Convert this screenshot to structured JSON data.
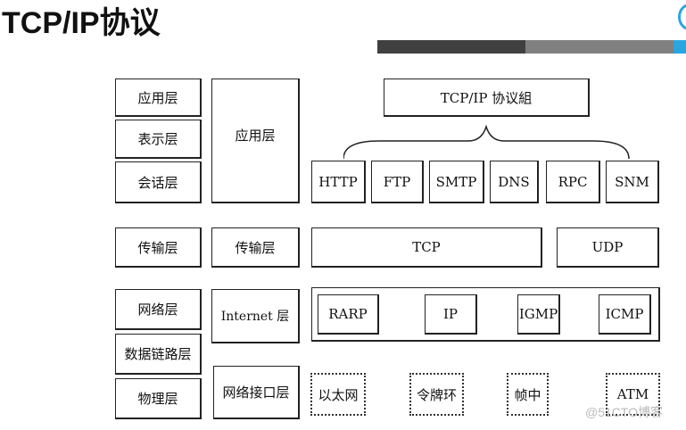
{
  "title": "TCP/IP协议",
  "colors": {
    "bar_dark": "#404040",
    "bar_gray": "#808080",
    "accent": "#29a6e0"
  },
  "osi": [
    "应用层",
    "表示层",
    "会话层",
    "传输层",
    "网络层",
    "数据链路层",
    "物理层"
  ],
  "tcpip": [
    "应用层",
    "传输层",
    "Internet 层",
    "网络接口层"
  ],
  "suite": "TCP/IP 协议組",
  "app_protocols": [
    "HTTP",
    "FTP",
    "SMTP",
    "DNS",
    "RPC",
    "SNM"
  ],
  "transport": [
    "TCP",
    "UDP"
  ],
  "internet": [
    "RARP",
    "IP",
    "IGMP",
    "ICMP"
  ],
  "link": [
    "以太网",
    "令牌环",
    "帧中",
    "ATM"
  ],
  "watermark": "@51CTO博客"
}
